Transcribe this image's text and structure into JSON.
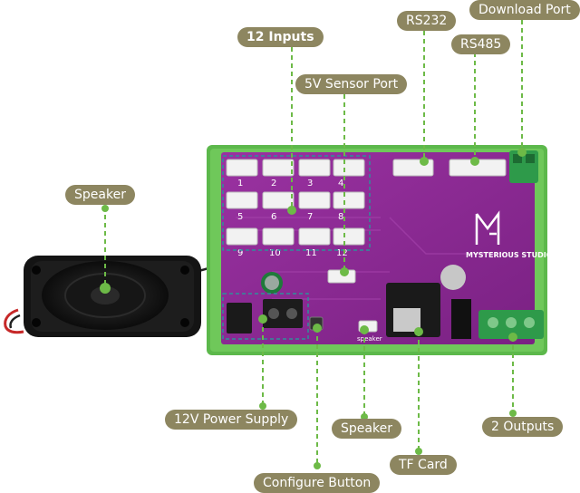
{
  "labels": {
    "twelve_inputs": "12 Inputs",
    "rs232": "RS232",
    "download_port": "Download Port",
    "rs485": "RS485",
    "sensor_port": "5V Sensor Port",
    "speaker_left": "Speaker",
    "power_supply": "12V Power Supply",
    "speaker_bottom": "Speaker",
    "outputs": "2 Outputs",
    "configure_button": "Configure Button",
    "tf_card": "TF Card"
  },
  "board": {
    "brand": "MYSTERIOUS STUDIO",
    "input_numbers": [
      "1",
      "2",
      "3",
      "4",
      "5",
      "6",
      "7",
      "8",
      "9",
      "10",
      "11",
      "12"
    ],
    "speaker_silk": "speaker"
  },
  "colors": {
    "label_bg": "#8d8660",
    "guide_line": "#6dba47",
    "pcb": "#8a2a92",
    "rail": "#5cb84b",
    "terminal": "#2e9a4a"
  }
}
